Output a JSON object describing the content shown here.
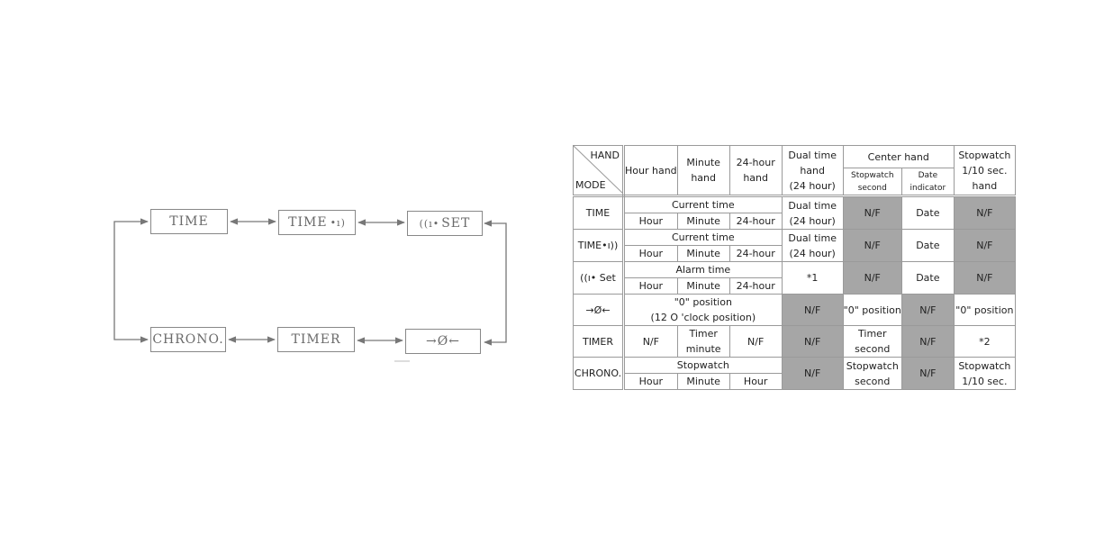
{
  "diagram": {
    "modes": {
      "time": "TIME",
      "time_alarm": "TIME",
      "time_alarm_symbol": "•ı)",
      "alarm_set_symbol": "((ı•",
      "alarm_set": "SET",
      "chrono": "CHRONO.",
      "timer": "TIMER",
      "zero_set": "→Ø←"
    }
  },
  "table": {
    "corner": {
      "hand": "HAND",
      "mode": "MODE"
    },
    "headers": {
      "hour_hand": "Hour hand",
      "minute_hand": [
        "Minute",
        "hand"
      ],
      "h24_hand": [
        "24-hour",
        "hand"
      ],
      "dual_time_hand": [
        "Dual time",
        "hand",
        "(24 hour)"
      ],
      "center_hand": "Center hand",
      "stopwatch_second": [
        "Stopwatch",
        "second"
      ],
      "date_indicator": [
        "Date",
        "indicator"
      ],
      "stopwatch_tenth": [
        "Stopwatch",
        "1/10 sec.",
        "hand"
      ]
    },
    "rows": {
      "time": {
        "mode": "TIME",
        "span": "Current time",
        "hour": "Hour",
        "minute": "Minute",
        "h24": "24-hour",
        "dual": [
          "Dual time",
          "(24 hour)"
        ],
        "sw_second": "N/F",
        "date": "Date",
        "sw_tenth": "N/F"
      },
      "time_alarm": {
        "mode": "TIME•ı))",
        "span": "Current time",
        "hour": "Hour",
        "minute": "Minute",
        "h24": "24-hour",
        "dual": [
          "Dual time",
          "(24 hour)"
        ],
        "sw_second": "N/F",
        "date": "Date",
        "sw_tenth": "N/F"
      },
      "alarm_set": {
        "mode": "((ı• Set",
        "span": "Alarm time",
        "hour": "Hour",
        "minute": "Minute",
        "h24": "24-hour",
        "dual": "*1",
        "sw_second": "N/F",
        "date": "Date",
        "sw_tenth": "N/F"
      },
      "zero_set": {
        "mode": "→Ø←",
        "span": [
          "\"0\" position",
          "(12 O 'clock position)"
        ],
        "dual": "N/F",
        "sw_second": "\"0\" position",
        "date": "N/F",
        "sw_tenth": "\"0\" position"
      },
      "timer": {
        "mode": "TIMER",
        "hour": "N/F",
        "minute": [
          "Timer",
          "minute"
        ],
        "h24": "N/F",
        "dual": "N/F",
        "sw_second": [
          "Timer",
          "second"
        ],
        "date": "N/F",
        "sw_tenth": "*2"
      },
      "chrono": {
        "mode": "CHRONO.",
        "span": "Stopwatch",
        "hour": "Hour",
        "minute": "Minute",
        "h24": "Hour",
        "dual": "N/F",
        "sw_second": [
          "Stopwatch",
          "second"
        ],
        "date": "N/F",
        "sw_tenth": [
          "Stopwatch",
          "1/10 sec."
        ]
      }
    }
  }
}
